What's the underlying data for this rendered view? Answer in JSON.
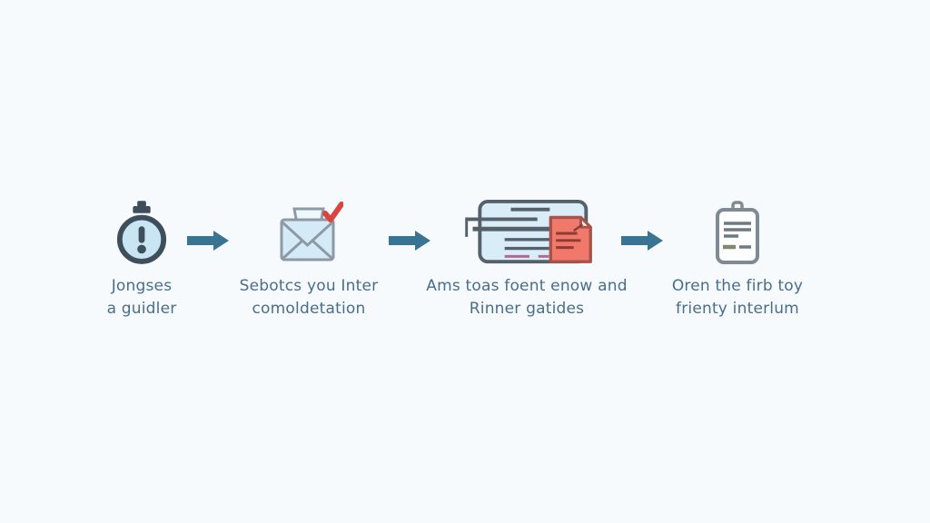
{
  "page": {
    "background_color": "#f6fafc",
    "kind": "process-flow-diagram",
    "step_count": 4
  },
  "colors": {
    "caption_text": "#4a6d8c",
    "arrow": "#3a7493",
    "icon_outline_dark": "#3e4f5b",
    "icon_outline_gray": "#8d9aa5",
    "icon_fill_light_blue": "#d5eaf7",
    "accent_red": "#d9453c",
    "note_fill": "#f0796c",
    "note_outline": "#a8524a",
    "pink_detail": "#b06a93",
    "green_detail": "#7d8d6a"
  },
  "flow": {
    "steps": [
      {
        "icon": "stopwatch-alert-icon",
        "line1": "Jongses",
        "line2": "a guidler"
      },
      {
        "icon": "envelope-check-icon",
        "line1": "Sebotcs you Inter",
        "line2": "comoldetation"
      },
      {
        "icon": "documents-note-icon",
        "line1": "Ams toas foent enow and",
        "line2": "Rinner gatides"
      },
      {
        "icon": "badge-list-icon",
        "line1": "Oren the firb toy",
        "line2": "frienty interlum"
      }
    ],
    "connector": "right-arrow"
  }
}
